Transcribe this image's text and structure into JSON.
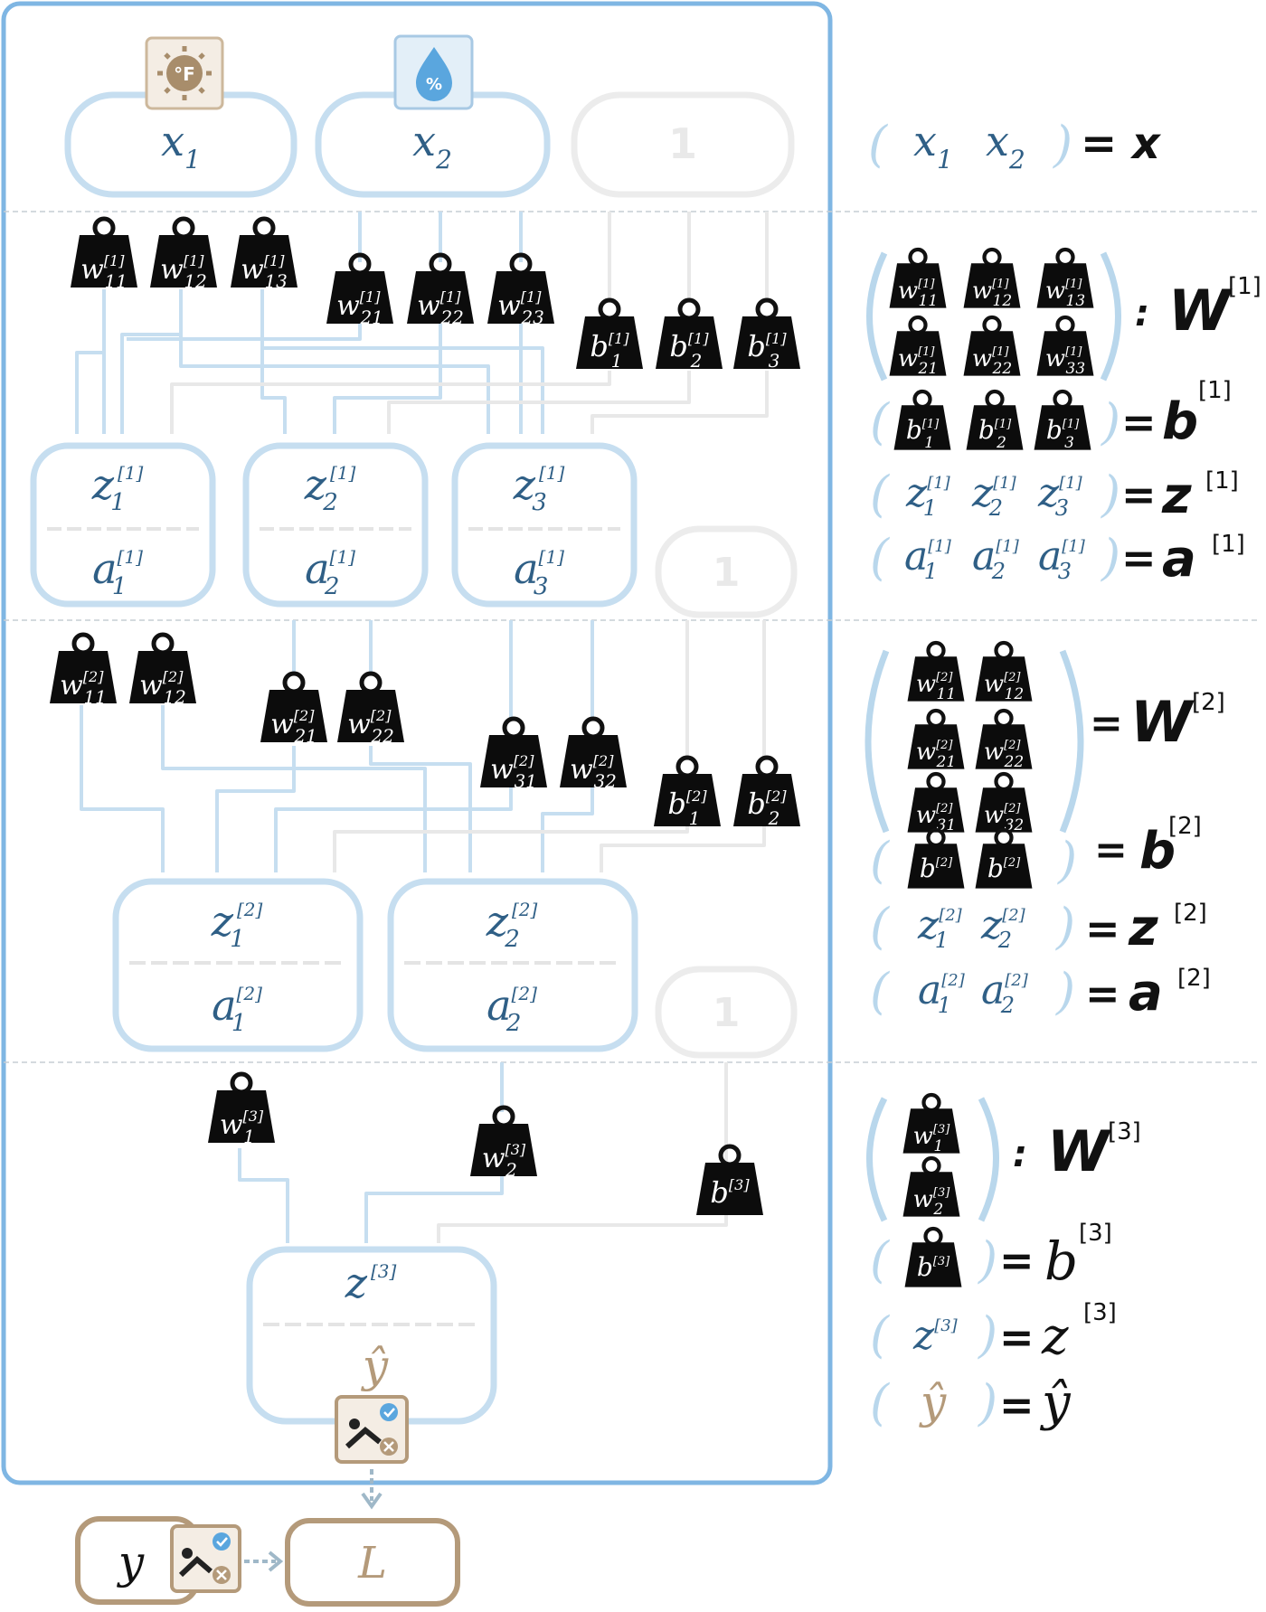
{
  "inputs": {
    "x1": "x",
    "x2": "x",
    "bias": "1",
    "temperature_icon_text": "°F",
    "humidity_icon_text": "%"
  },
  "layer1": {
    "weights": [
      "w",
      "w",
      "w",
      "w",
      "w",
      "w"
    ],
    "weight_subs": [
      "11",
      "12",
      "13",
      "21",
      "22",
      "23"
    ],
    "biases_subs": [
      "1",
      "2",
      "3"
    ],
    "sup": "[1]",
    "neurons": [
      {
        "z": "z",
        "a": "a",
        "sub": "1"
      },
      {
        "z": "z",
        "a": "a",
        "sub": "2"
      },
      {
        "z": "z",
        "a": "a",
        "sub": "3"
      }
    ],
    "bias_node": "1"
  },
  "layer2": {
    "weight_subs": [
      "11",
      "12",
      "21",
      "22",
      "31",
      "32"
    ],
    "bias_subs": [
      "1",
      "2"
    ],
    "sup": "[2]",
    "neurons": [
      {
        "z": "z",
        "a": "a",
        "sub": "1"
      },
      {
        "z": "z",
        "a": "a",
        "sub": "2"
      }
    ],
    "bias_node": "1"
  },
  "layer3": {
    "weight_subs": [
      "1",
      "2"
    ],
    "sup": "[3]",
    "output_z": "z",
    "output_yhat": "ŷ"
  },
  "loss": {
    "y": "y",
    "L": "L"
  },
  "legend": {
    "x_eq": "= x",
    "W1": "W",
    "W1_sup": "[1]",
    "W1_subs": [
      "11",
      "12",
      "13",
      "21",
      "22",
      "33"
    ],
    "b1": "b",
    "b1_sup": "[1]",
    "z1": "z",
    "z1_sup": "[1]",
    "a1": "a",
    "a1_sup": "[1]",
    "W2": "W",
    "W2_sup": "[2]",
    "b2": "b",
    "b2_sup": "[2]",
    "z2": "z",
    "z2_sup": "[2]",
    "a2": "a",
    "a2_sup": "[2]",
    "W3": "W",
    "W3_sup": "[3]",
    "b3": "b",
    "b3_sup": "[3]",
    "z3": "z",
    "z3_sup": "[3]",
    "yhat": "ŷ"
  },
  "colors": {
    "blue_light": "#b9d7ec",
    "blue_text": "#2f5f86",
    "gray_light": "#e6e6e6",
    "tan": "#b49a7a",
    "frame": "#7fb6e3"
  }
}
